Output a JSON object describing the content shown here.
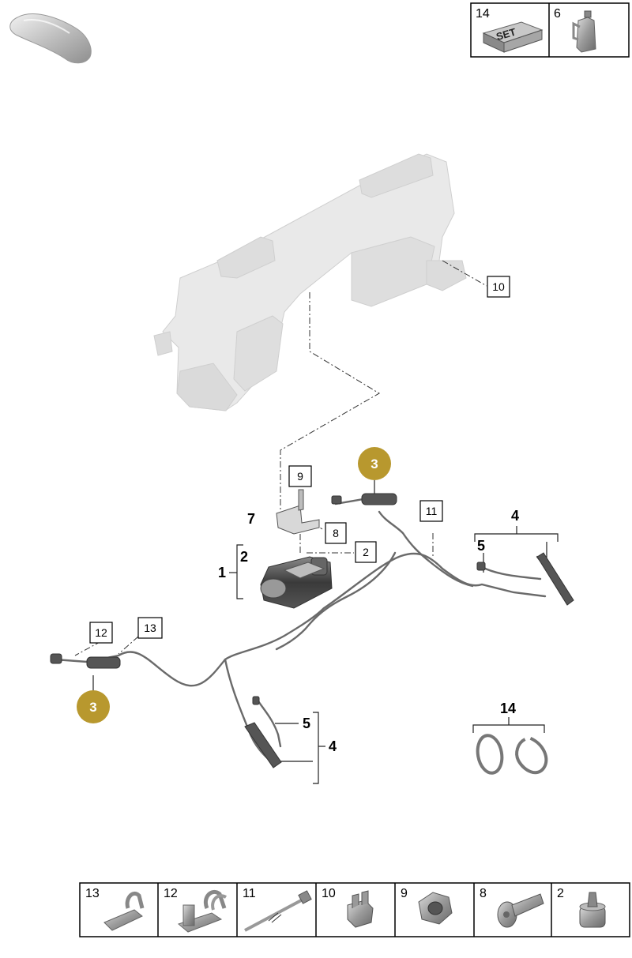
{
  "top_parts": [
    {
      "number": "14",
      "badge": "SET"
    },
    {
      "number": "6"
    }
  ],
  "callouts": {
    "boxed": [
      "10",
      "9",
      "8",
      "2",
      "11",
      "12",
      "13"
    ],
    "bold": [
      "7",
      "2",
      "1",
      "4",
      "5",
      "5",
      "4",
      "14"
    ],
    "circle": [
      "3",
      "3"
    ]
  },
  "strip": [
    "13",
    "12",
    "11",
    "10",
    "9",
    "8",
    "2"
  ],
  "colors": {
    "callout_circle": "#b8982e",
    "frame_gray": "#e6e6e6",
    "line": "#333333"
  },
  "icons": [
    "car-silhouette-icon",
    "oil-canister-icon",
    "set-box-icon"
  ]
}
